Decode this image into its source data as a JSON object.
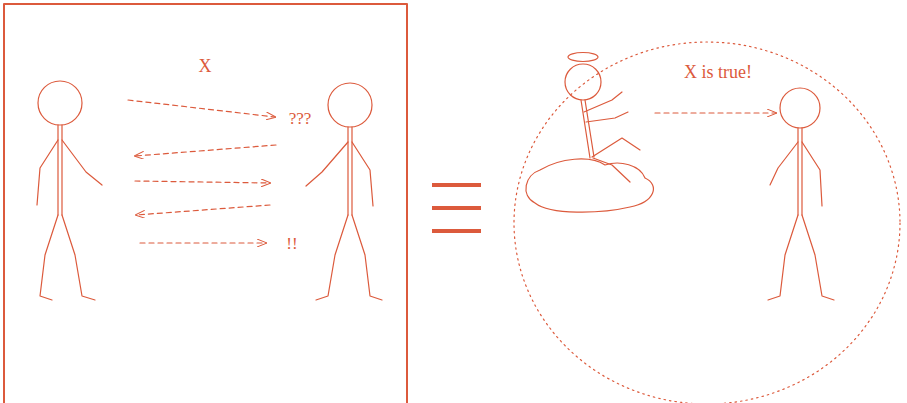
{
  "diagram": {
    "labels": [
      "X",
      "???",
      "!!",
      "X is true!"
    ]
  }
}
